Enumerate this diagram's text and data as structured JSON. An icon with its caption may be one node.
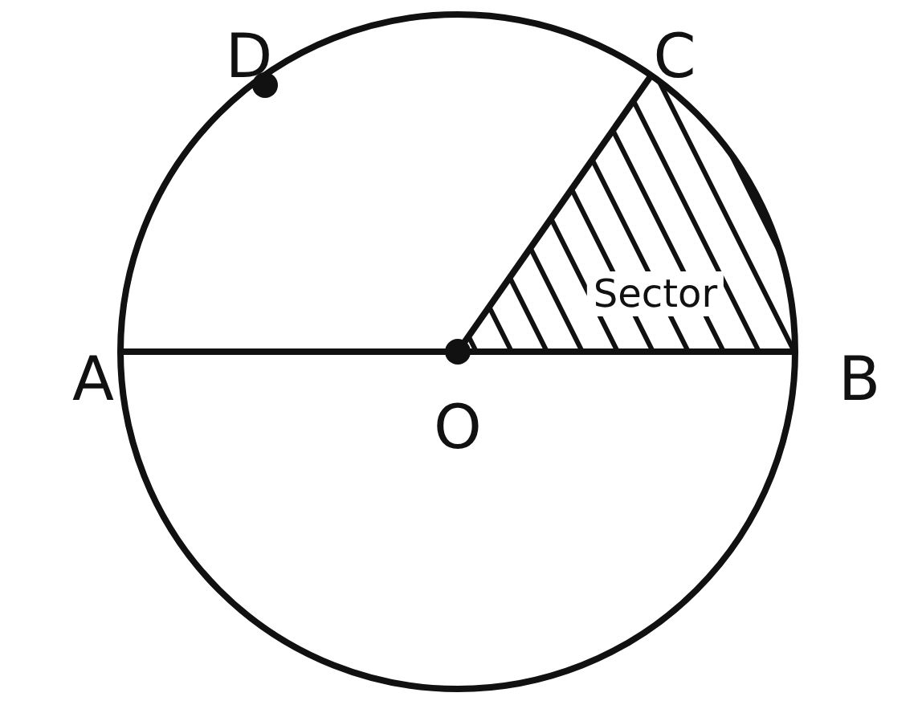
{
  "diagram": {
    "labels": [
      "D",
      "C",
      "A",
      "Sector",
      "B",
      "O"
    ]
  }
}
